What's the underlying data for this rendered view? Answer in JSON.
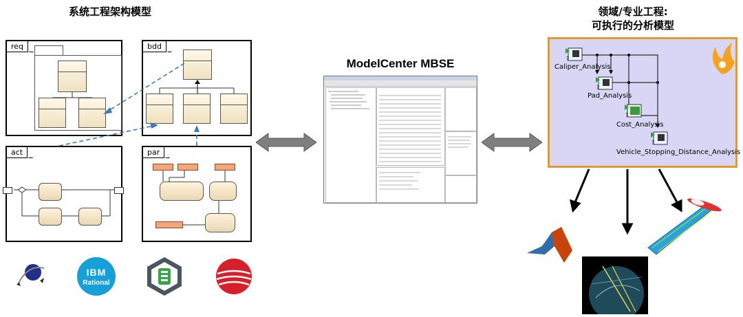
{
  "left_title": "系统工程架构模型",
  "center_title": "ModelCenter MBSE",
  "right_title_line1": "领域/专业工程:",
  "right_title_line2": "可执行的分析模型",
  "panels": {
    "req": "req",
    "bdd": "bdd",
    "act": "act",
    "par": "par"
  },
  "analysis_nodes": [
    {
      "label": "Caliper_Analysis"
    },
    {
      "label": "Pad_Analysis"
    },
    {
      "label": "Cost_Analysis"
    },
    {
      "label": "Vehicle_Stopping_Distance_Analysis"
    }
  ],
  "vendor_logos": [
    {
      "name": "nomagic-logo",
      "text": ""
    },
    {
      "name": "ibm-rational-logo",
      "text": "IBM",
      "subtext": "Rational"
    },
    {
      "name": "sparx-logo",
      "text": ""
    },
    {
      "name": "ptc-logo",
      "text": ""
    }
  ],
  "tool_icons": [
    "matlab-icon",
    "globe-simulation-icon",
    "aircraft-model-icon"
  ],
  "colors": {
    "arrow_fill": "#7f7f7f",
    "dashed_link": "#3e78b8",
    "analysis_bg": "#d8d6f4",
    "analysis_border": "#e09a30",
    "block_fill": "#f5ead2"
  }
}
